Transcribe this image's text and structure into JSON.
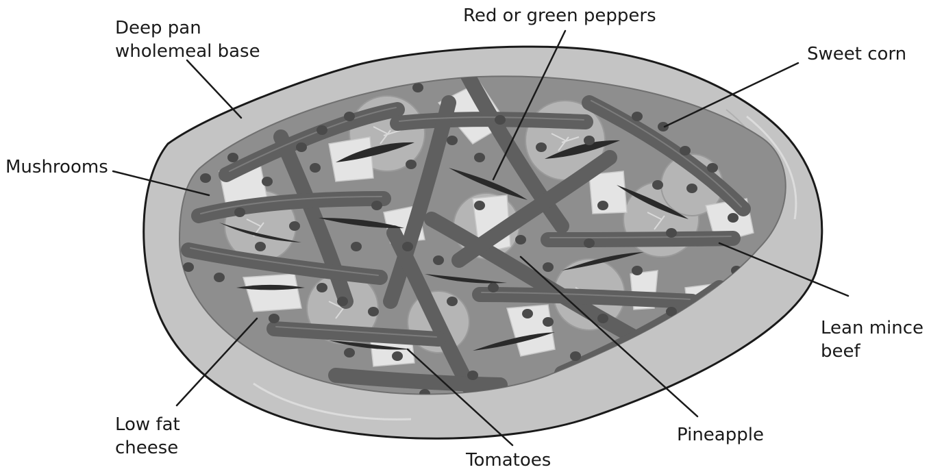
{
  "labels": {
    "base": [
      "Deep pan",
      "wholemeal base"
    ],
    "peppers": "Red or green peppers",
    "sweetcorn": "Sweet corn",
    "mushrooms": "Mushrooms",
    "beef": [
      "Lean mince",
      "beef"
    ],
    "cheese": [
      "Low fat",
      "cheese"
    ],
    "pineapple": "Pineapple",
    "tomatoes": "Tomatoes"
  },
  "colors": {
    "crust": "#c4c4c4",
    "sauce": "#8e8e8e",
    "beef": "#5f5f5f",
    "pepper": "#2a2a2a",
    "cheese": "#e4e4e4",
    "tomato": "#b5b5b5",
    "corn": "#4a4a4a",
    "outline": "#1a1a1a"
  }
}
